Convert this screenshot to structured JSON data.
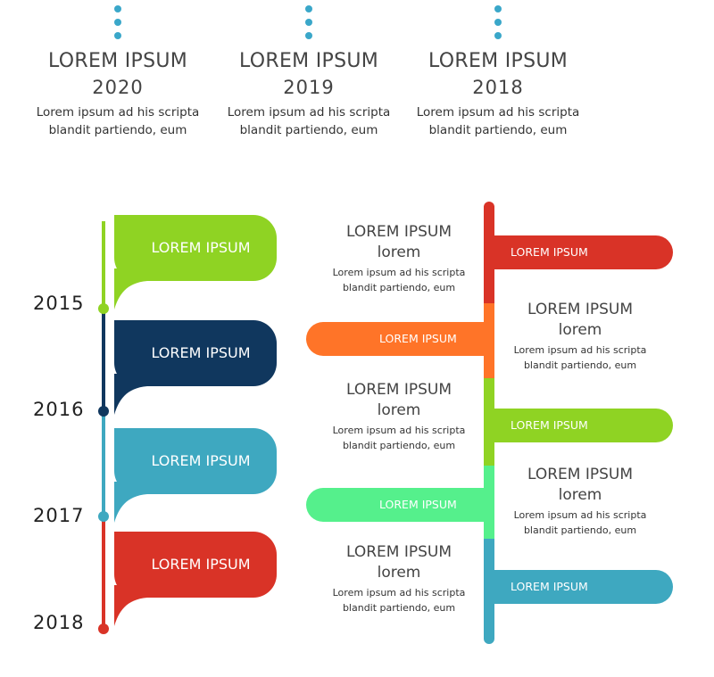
{
  "top_items": [
    {
      "title": "LOREM IPSUM",
      "year": "2020",
      "desc_1": "Lorem ipsum ad his scripta",
      "desc_2": "blandit partiendo, eum"
    },
    {
      "title": "LOREM IPSUM",
      "year": "2019",
      "desc_1": "Lorem ipsum ad his scripta",
      "desc_2": "blandit partiendo, eum"
    },
    {
      "title": "LOREM IPSUM",
      "year": "2018",
      "desc_1": "Lorem ipsum ad his scripta",
      "desc_2": "blandit partiendo, eum"
    }
  ],
  "left_timeline": [
    {
      "label": "LOREM IPSUM",
      "year": "2015",
      "color": "#8fd323"
    },
    {
      "label": "LOREM IPSUM",
      "year": "2016",
      "color": "#10375e"
    },
    {
      "label": "LOREM IPSUM",
      "year": "2017",
      "color": "#3ea8c0"
    },
    {
      "label": "LOREM IPSUM",
      "year": "2018",
      "color": "#d93327"
    }
  ],
  "right_timeline": {
    "tabs": [
      {
        "label": "LOREM IPSUM",
        "color": "#d93327"
      },
      {
        "label": "LOREM IPSUM",
        "color": "#ff7428"
      },
      {
        "label": "LOREM IPSUM",
        "color": "#8fd323"
      },
      {
        "label": "LOREM IPSUM",
        "color": "#55f08c"
      },
      {
        "label": "LOREM IPSUM",
        "color": "#3ea8c0"
      }
    ],
    "texts": [
      {
        "title": "LOREM IPSUM",
        "sub": "lorem",
        "desc_1": "Lorem ipsum ad his scripta",
        "desc_2": "blandit partiendo, eum"
      },
      {
        "title": "LOREM IPSUM",
        "sub": "lorem",
        "desc_1": "Lorem ipsum ad his scripta",
        "desc_2": "blandit partiendo, eum"
      },
      {
        "title": "LOREM IPSUM",
        "sub": "lorem",
        "desc_1": "Lorem ipsum ad his scripta",
        "desc_2": "blandit partiendo, eum"
      },
      {
        "title": "LOREM IPSUM",
        "sub": "lorem",
        "desc_1": "Lorem ipsum ad his scripta",
        "desc_2": "blandit partiendo, eum"
      },
      {
        "title": "LOREM IPSUM",
        "sub": "lorem",
        "desc_1": "Lorem ipsum ad his scripta",
        "desc_2": "blandit partiendo, eum"
      }
    ]
  }
}
